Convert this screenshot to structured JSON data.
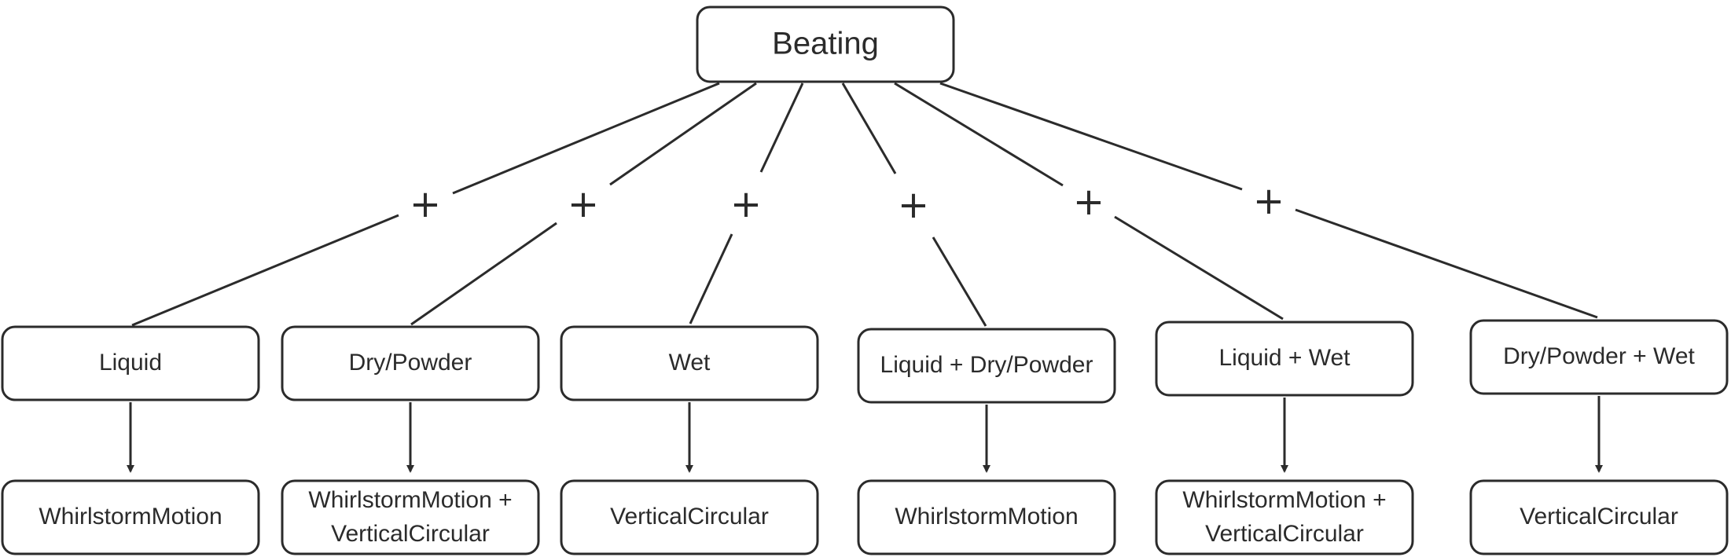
{
  "root": {
    "label": "Beating"
  },
  "branches": [
    {
      "operator": "+",
      "category": "Liquid",
      "outcome": [
        "WhirlstormMotion"
      ]
    },
    {
      "operator": "+",
      "category": "Dry/Powder",
      "outcome": [
        "WhirlstormMotion +",
        "VerticalCircular"
      ]
    },
    {
      "operator": "+",
      "category": "Wet",
      "outcome": [
        "VerticalCircular"
      ]
    },
    {
      "operator": "+",
      "category": "Liquid + Dry/Powder",
      "outcome": [
        "WhirlstormMotion"
      ]
    },
    {
      "operator": "+",
      "category": "Liquid + Wet",
      "outcome": [
        "WhirlstormMotion +",
        "VerticalCircular"
      ]
    },
    {
      "operator": "+",
      "category": "Dry/Powder + Wet",
      "outcome": [
        "VerticalCircular"
      ]
    }
  ],
  "colors": {
    "stroke": "#2b2b2b",
    "fill": "#ffffff",
    "text": "#2b2b2b"
  }
}
